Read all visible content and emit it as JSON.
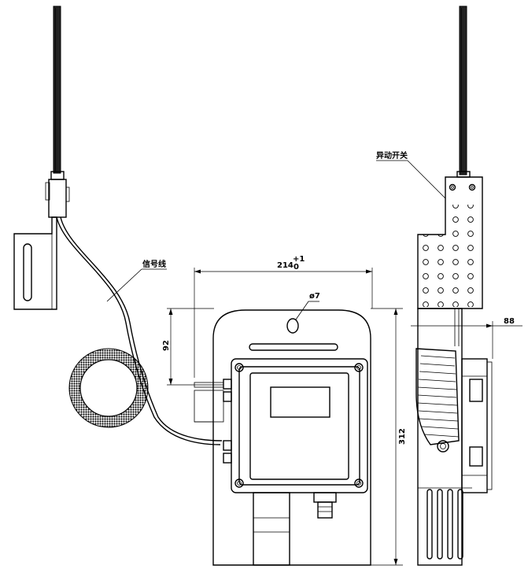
{
  "labels": {
    "signal_wire": "信号线",
    "vibration_switch": "异动开关"
  },
  "dimensions": {
    "width": "214",
    "width_tol_upper": "+1",
    "width_tol_lower": "0",
    "hole": "ø7",
    "mount_height": "92",
    "total_height": "312",
    "side_depth": "88"
  }
}
